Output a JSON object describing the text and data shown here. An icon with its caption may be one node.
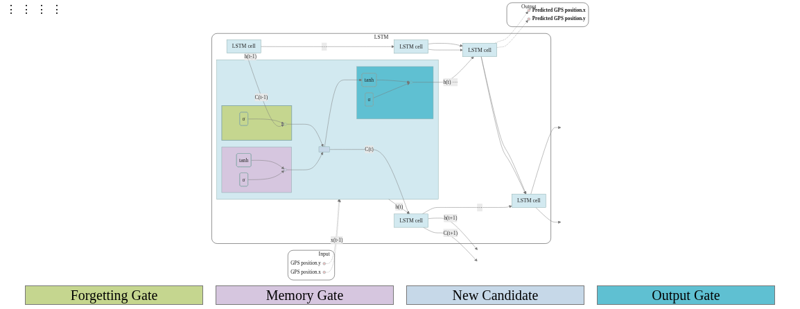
{
  "diagram": {
    "nodes": [
      {
        "text": [
          "Input"
        ]
      },
      {
        "text": [],
        "shape": "circle",
        "in": 0,
        "beside": [
          "GPS position.x"
        ]
      },
      {
        "text": [],
        "shape": "circle",
        "in": 0,
        "beside": [
          "GPS position.y"
        ]
      },
      {
        "text": [
          "LSTM"
        ]
      },
      {
        "text": [
          "LSTM cell"
        ],
        "in": 3
      },
      {
        "text": [],
        "shape": "box",
        "in": 3
      },
      {
        "text": [],
        "shape": "bar",
        "in": 5
      },
      {
        "text": [
          "σ"
        ],
        "in": 6
      },
      {
        "text": [],
        "shape": "circle",
        "in": 6
      },
      {
        "text": [],
        "shape": "box",
        "in": 5
      },
      {
        "text": [
          "σ"
        ],
        "in": 9
      },
      {
        "text": [
          "tanh"
        ],
        "in": 9
      },
      {
        "text": [],
        "shape": "circle",
        "in": 9
      },
      {
        "text": [],
        "shape": "box",
        "in": 5
      },
      {
        "text": [],
        "shape": "box",
        "in": 5
      },
      {
        "text": [
          "σ"
        ],
        "in": 14
      },
      {
        "text": [],
        "shape": "circle",
        "in": 14
      },
      {
        "text": [
          "tanh"
        ],
        "in": 14
      },
      {
        "text": [
          "LSTM cell"
        ],
        "in": 3
      },
      {
        "text": [
          "LSTM cell"
        ],
        "in": 3
      },
      {
        "text": [
          "LSTM cell"
        ],
        "in": 3
      },
      {
        "text": [
          "LSTM cell"
        ],
        "in": 3
      },
      {
        "text": [
          "Output"
        ]
      },
      {
        "text": [],
        "shape": "circle",
        "in": 22,
        "beside": [
          "Predicted GPS position.x"
        ]
      },
      {
        "text": [],
        "shape": "circle",
        "in": 22,
        "beside": [
          "Predicted GPS position.y"
        ]
      }
    ],
    "edges": [
      {
        "from": 1,
        "to": 5,
        "arrow": "to",
        "style": "dashed",
        "label": "x(t-1)"
      },
      {
        "from": 2,
        "to": 5,
        "arrow": "to",
        "style": "dashed"
      },
      {
        "from": 4,
        "to": 5,
        "arrow": "to",
        "label": "h(t-1)"
      },
      {
        "from": 4,
        "to": 8,
        "arrow": "to",
        "label": "C(t-1)"
      },
      {
        "from": 4,
        "to": 19,
        "arrow": "to",
        "label": "···"
      },
      {
        "from": 7,
        "to": 8,
        "arrow": "to"
      },
      {
        "from": 10,
        "to": 12,
        "arrow": "to"
      },
      {
        "from": 11,
        "to": 12,
        "arrow": "to"
      },
      {
        "from": 12,
        "to": 13,
        "arrow": "to"
      },
      {
        "from": 8,
        "to": 13,
        "arrow": "to"
      },
      {
        "from": 15,
        "to": 16,
        "arrow": "to"
      },
      {
        "from": 13,
        "to": 17,
        "arrow": "to"
      },
      {
        "from": 17,
        "to": 16,
        "arrow": "to"
      },
      {
        "from": 16,
        "to": 20,
        "arrow": "to",
        "label": "h(t) ···"
      },
      {
        "from": 5,
        "to": 18,
        "arrow": "to",
        "label": "h(t)"
      },
      {
        "from": 13,
        "to": 18,
        "arrow": "to",
        "label": "C(t)"
      },
      {
        "from": 18,
        "to": 21,
        "arrow": "to",
        "label": "···"
      },
      {
        "from": 18,
        "to": null,
        "arrow": "to",
        "label": "h(t+1)"
      },
      {
        "from": 18,
        "to": null,
        "arrow": "to",
        "label": "C(t+1)"
      },
      {
        "from": 19,
        "to": 20,
        "arrow": "to"
      },
      {
        "from": 19,
        "to": 20,
        "arrow": "to"
      },
      {
        "from": 20,
        "to": 21,
        "arrow": "to"
      },
      {
        "from": 20,
        "to": 21,
        "arrow": "to"
      },
      {
        "from": 21,
        "to": null,
        "arrow": "to"
      },
      {
        "from": 21,
        "to": null,
        "arrow": "to"
      },
      {
        "from": 20,
        "to": 23,
        "arrow": "to",
        "style": "dashed"
      },
      {
        "from": 20,
        "to": 24,
        "arrow": "to",
        "style": "dashed"
      }
    ],
    "labels": [
      "⋮",
      "⋮",
      "⋮",
      "⋮"
    ],
    "legend": [
      {
        "text": "Forgetting Gate",
        "color": "#c5d68f"
      },
      {
        "text": "Memory Gate",
        "color": "#d6c6df"
      },
      {
        "text": "New Candidate",
        "color": "#c6d8e8"
      },
      {
        "text": "Output Gate",
        "color": "#5fc0d2"
      }
    ]
  }
}
